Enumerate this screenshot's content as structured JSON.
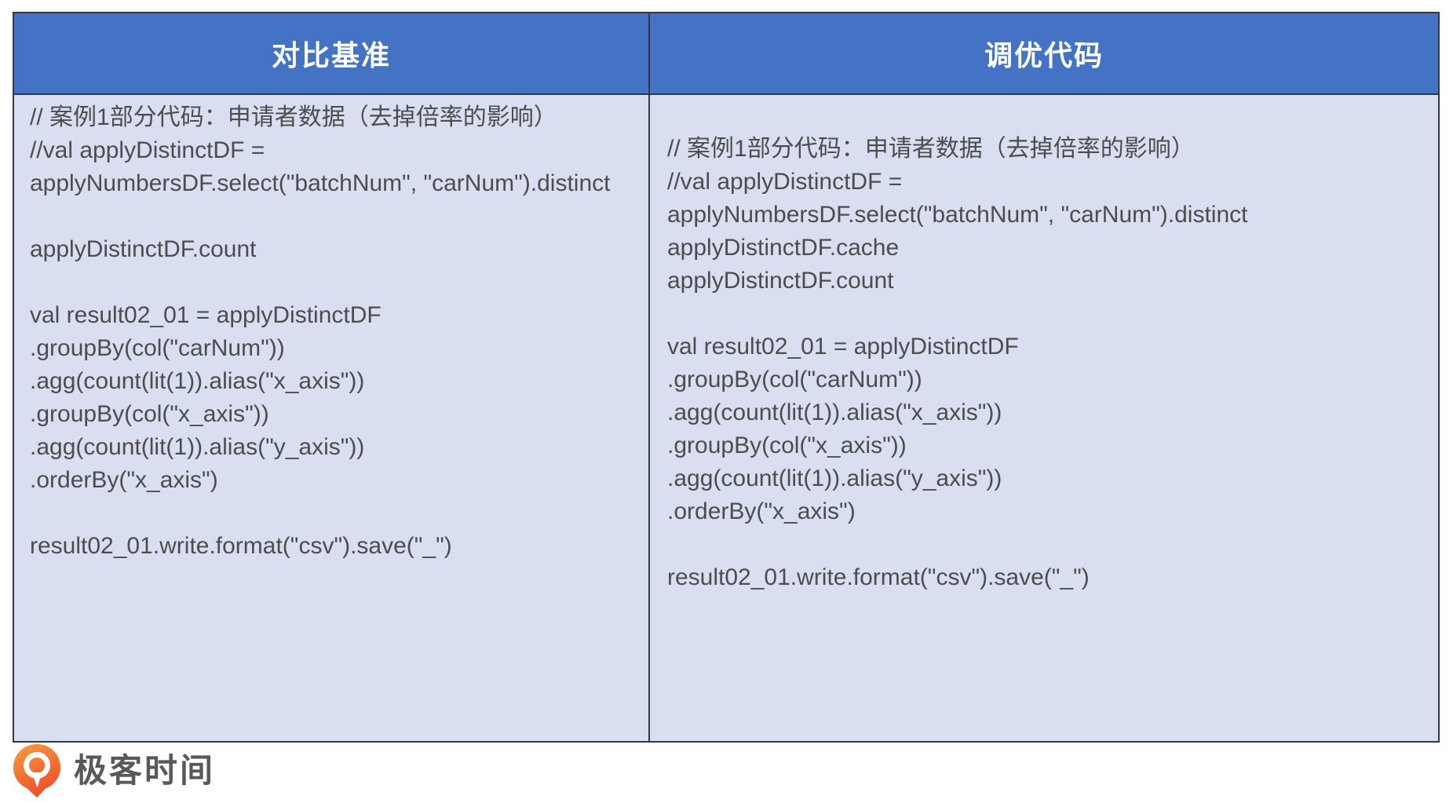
{
  "table": {
    "columns": [
      {
        "header": "对比基准",
        "code": "// 案例1部分代码：申请者数据（去掉倍率的影响）\n//val applyDistinctDF =\napplyNumbersDF.select(\"batchNum\", \"carNum\").distinct\n\napplyDistinctDF.count\n\nval result02_01 = applyDistinctDF\n.groupBy(col(\"carNum\"))\n.agg(count(lit(1)).alias(\"x_axis\"))\n.groupBy(col(\"x_axis\"))\n.agg(count(lit(1)).alias(\"y_axis\"))\n.orderBy(\"x_axis\")\n\nresult02_01.write.format(\"csv\").save(\"_\")"
      },
      {
        "header": "调优代码",
        "code": "// 案例1部分代码：申请者数据（去掉倍率的影响）\n//val applyDistinctDF =\napplyNumbersDF.select(\"batchNum\", \"carNum\").distinct\napplyDistinctDF.cache\napplyDistinctDF.count\n\nval result02_01 = applyDistinctDF\n.groupBy(col(\"carNum\"))\n.agg(count(lit(1)).alias(\"x_axis\"))\n.groupBy(col(\"x_axis\"))\n.agg(count(lit(1)).alias(\"y_axis\"))\n.orderBy(\"x_axis\")\n\nresult02_01.write.format(\"csv\").save(\"_\")"
      }
    ]
  },
  "footer": {
    "brand_name": "极客时间",
    "logo_icon": "geektime-logo"
  },
  "colors": {
    "header_bg": "#4472C4",
    "header_text": "#FFFFFF",
    "cell_bg": "#D9DEF1",
    "code_text": "#4D4D4D",
    "border": "#343843",
    "logo_orange_top": "#F99D3E",
    "logo_orange_bottom": "#F0502C",
    "brand_text": "#595959"
  }
}
